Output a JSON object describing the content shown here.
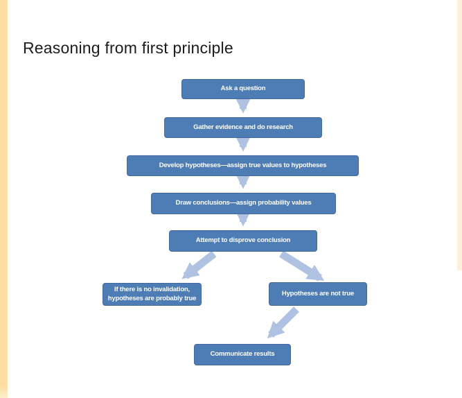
{
  "slide": {
    "title": "Reasoning from first principle"
  },
  "theme": {
    "background": "#FFFFFF",
    "left_strip_color": "#FBDEA3",
    "right_strip_color": "#FAF0DC",
    "node_fill": "#4E7CB5",
    "node_border": "#44699D",
    "node_text_color": "#FFFFFF",
    "arrow_color": "#AFC2E1",
    "title_color": "#1C1C1C"
  },
  "flowchart": {
    "nodes": [
      {
        "id": "ask-question",
        "label": "Ask a question"
      },
      {
        "id": "gather-evidence",
        "label": "Gather evidence and do research"
      },
      {
        "id": "develop-hypotheses",
        "label": "Develop hypotheses—assign true values to hypotheses"
      },
      {
        "id": "draw-conclusions",
        "label": "Draw conclusions—assign probability values"
      },
      {
        "id": "attempt-disprove",
        "label": "Attempt to disprove conclusion"
      },
      {
        "id": "no-invalidation",
        "label": "If there is no invalidation,\nhypotheses are probably true"
      },
      {
        "id": "hypotheses-not-true",
        "label": "Hypotheses are not true"
      },
      {
        "id": "communicate-results",
        "label": "Communicate results"
      }
    ],
    "connectors": [
      {
        "from": "ask-question",
        "to": "gather-evidence"
      },
      {
        "from": "gather-evidence",
        "to": "develop-hypotheses"
      },
      {
        "from": "develop-hypotheses",
        "to": "draw-conclusions"
      },
      {
        "from": "draw-conclusions",
        "to": "attempt-disprove"
      },
      {
        "from": "attempt-disprove",
        "to": "no-invalidation"
      },
      {
        "from": "attempt-disprove",
        "to": "hypotheses-not-true"
      },
      {
        "from": "hypotheses-not-true",
        "to": "communicate-results"
      }
    ]
  }
}
